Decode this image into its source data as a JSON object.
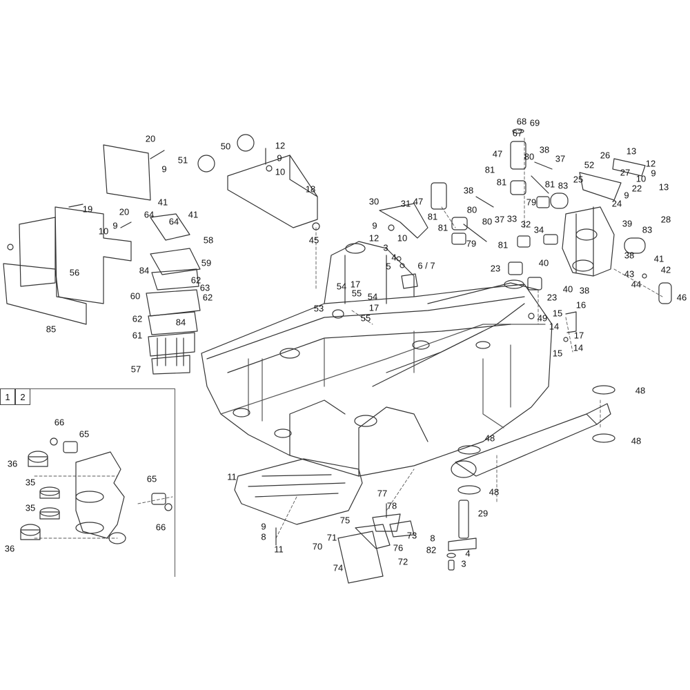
{
  "tabs": [
    {
      "label": "1"
    },
    {
      "label": "2"
    }
  ],
  "callouts": [
    {
      "id": "c20a",
      "text": "20"
    },
    {
      "id": "c9a",
      "text": "9"
    },
    {
      "id": "c50",
      "text": "50"
    },
    {
      "id": "c12a",
      "text": "12"
    },
    {
      "id": "c9b",
      "text": "9"
    },
    {
      "id": "c10a",
      "text": "10"
    },
    {
      "id": "c51",
      "text": "51"
    },
    {
      "id": "c18",
      "text": "18"
    },
    {
      "id": "c45",
      "text": "45"
    },
    {
      "id": "c19",
      "text": "19"
    },
    {
      "id": "c20b",
      "text": "20"
    },
    {
      "id": "c9c",
      "text": "9"
    },
    {
      "id": "c10b",
      "text": "10"
    },
    {
      "id": "c41a",
      "text": "41"
    },
    {
      "id": "c64a",
      "text": "64"
    },
    {
      "id": "c64b",
      "text": "64"
    },
    {
      "id": "c41b",
      "text": "41"
    },
    {
      "id": "c58",
      "text": "58"
    },
    {
      "id": "c59",
      "text": "59"
    },
    {
      "id": "c56",
      "text": "56"
    },
    {
      "id": "c84a",
      "text": "84"
    },
    {
      "id": "c62a",
      "text": "62"
    },
    {
      "id": "c63",
      "text": "63"
    },
    {
      "id": "c60",
      "text": "60"
    },
    {
      "id": "c62b",
      "text": "62"
    },
    {
      "id": "c62c",
      "text": "62"
    },
    {
      "id": "c84b",
      "text": "84"
    },
    {
      "id": "c61",
      "text": "61"
    },
    {
      "id": "c57",
      "text": "57"
    },
    {
      "id": "c85",
      "text": "85"
    },
    {
      "id": "c30",
      "text": "30"
    },
    {
      "id": "c31",
      "text": "31"
    },
    {
      "id": "c9d",
      "text": "9"
    },
    {
      "id": "c12b",
      "text": "12"
    },
    {
      "id": "c10c",
      "text": "10"
    },
    {
      "id": "c3a",
      "text": "3"
    },
    {
      "id": "c4a",
      "text": "4"
    },
    {
      "id": "c5",
      "text": "5"
    },
    {
      "id": "c67b",
      "text": "6 / 7"
    },
    {
      "id": "c54a",
      "text": "54"
    },
    {
      "id": "c17a",
      "text": "17"
    },
    {
      "id": "c55a",
      "text": "55"
    },
    {
      "id": "c53",
      "text": "53"
    },
    {
      "id": "c54b",
      "text": "54"
    },
    {
      "id": "c17b",
      "text": "17"
    },
    {
      "id": "c55b",
      "text": "55"
    },
    {
      "id": "c47a",
      "text": "47"
    },
    {
      "id": "c81a",
      "text": "81"
    },
    {
      "id": "c38a",
      "text": "38"
    },
    {
      "id": "c80a",
      "text": "80"
    },
    {
      "id": "c81b",
      "text": "81"
    },
    {
      "id": "c80b",
      "text": "80"
    },
    {
      "id": "c79a",
      "text": "79"
    },
    {
      "id": "c81c",
      "text": "81"
    },
    {
      "id": "c37a",
      "text": "37"
    },
    {
      "id": "c33",
      "text": "33"
    },
    {
      "id": "c32",
      "text": "32"
    },
    {
      "id": "c34",
      "text": "34"
    },
    {
      "id": "c68",
      "text": "68"
    },
    {
      "id": "c69",
      "text": "69"
    },
    {
      "id": "c67",
      "text": "67"
    },
    {
      "id": "c47b",
      "text": "47"
    },
    {
      "id": "c38b",
      "text": "38"
    },
    {
      "id": "c80c",
      "text": "80"
    },
    {
      "id": "c37b",
      "text": "37"
    },
    {
      "id": "c81d",
      "text": "81"
    },
    {
      "id": "c81e",
      "text": "81"
    },
    {
      "id": "c81f",
      "text": "81"
    },
    {
      "id": "c83a",
      "text": "83"
    },
    {
      "id": "c79b",
      "text": "79"
    },
    {
      "id": "c26",
      "text": "26"
    },
    {
      "id": "c13a",
      "text": "13"
    },
    {
      "id": "c12c",
      "text": "12"
    },
    {
      "id": "c52",
      "text": "52"
    },
    {
      "id": "c27",
      "text": "27"
    },
    {
      "id": "c9e",
      "text": "9"
    },
    {
      "id": "c25",
      "text": "25"
    },
    {
      "id": "c10d",
      "text": "10"
    },
    {
      "id": "c22",
      "text": "22"
    },
    {
      "id": "c13b",
      "text": "13"
    },
    {
      "id": "c9f",
      "text": "9"
    },
    {
      "id": "c24",
      "text": "24"
    },
    {
      "id": "c28",
      "text": "28"
    },
    {
      "id": "c39",
      "text": "39"
    },
    {
      "id": "c83b",
      "text": "83"
    },
    {
      "id": "c38c",
      "text": "38"
    },
    {
      "id": "c40a",
      "text": "40"
    },
    {
      "id": "c40b",
      "text": "40"
    },
    {
      "id": "c38d",
      "text": "38"
    },
    {
      "id": "c41c",
      "text": "41"
    },
    {
      "id": "c42",
      "text": "42"
    },
    {
      "id": "c43",
      "text": "43"
    },
    {
      "id": "c44",
      "text": "44"
    },
    {
      "id": "c46",
      "text": "46"
    },
    {
      "id": "c23a",
      "text": "23"
    },
    {
      "id": "c23b",
      "text": "23"
    },
    {
      "id": "c49",
      "text": "49"
    },
    {
      "id": "c16",
      "text": "16"
    },
    {
      "id": "c15a",
      "text": "15"
    },
    {
      "id": "c14a",
      "text": "14"
    },
    {
      "id": "c17c",
      "text": "17"
    },
    {
      "id": "c14b",
      "text": "14"
    },
    {
      "id": "c15b",
      "text": "15"
    },
    {
      "id": "c48a",
      "text": "48"
    },
    {
      "id": "c48b",
      "text": "48"
    },
    {
      "id": "c48c",
      "text": "48"
    },
    {
      "id": "c48d",
      "text": "48"
    },
    {
      "id": "c29",
      "text": "29"
    },
    {
      "id": "c8a",
      "text": "8"
    },
    {
      "id": "c82",
      "text": "82"
    },
    {
      "id": "c4b",
      "text": "4"
    },
    {
      "id": "c3b",
      "text": "3"
    },
    {
      "id": "c11a",
      "text": "11"
    },
    {
      "id": "c9g",
      "text": "9"
    },
    {
      "id": "c8b",
      "text": "8"
    },
    {
      "id": "c11b",
      "text": "11"
    },
    {
      "id": "c77",
      "text": "77"
    },
    {
      "id": "c78",
      "text": "78"
    },
    {
      "id": "c75",
      "text": "75"
    },
    {
      "id": "c73",
      "text": "73"
    },
    {
      "id": "c71",
      "text": "71"
    },
    {
      "id": "c70",
      "text": "70"
    },
    {
      "id": "c76",
      "text": "76"
    },
    {
      "id": "c72",
      "text": "72"
    },
    {
      "id": "c74",
      "text": "74"
    },
    {
      "id": "c66a",
      "text": "66"
    },
    {
      "id": "c65a",
      "text": "65"
    },
    {
      "id": "c36a",
      "text": "36"
    },
    {
      "id": "c35a",
      "text": "35"
    },
    {
      "id": "c35b",
      "text": "35"
    },
    {
      "id": "c36b",
      "text": "36"
    },
    {
      "id": "c65b",
      "text": "65"
    },
    {
      "id": "c66b",
      "text": "66"
    }
  ]
}
